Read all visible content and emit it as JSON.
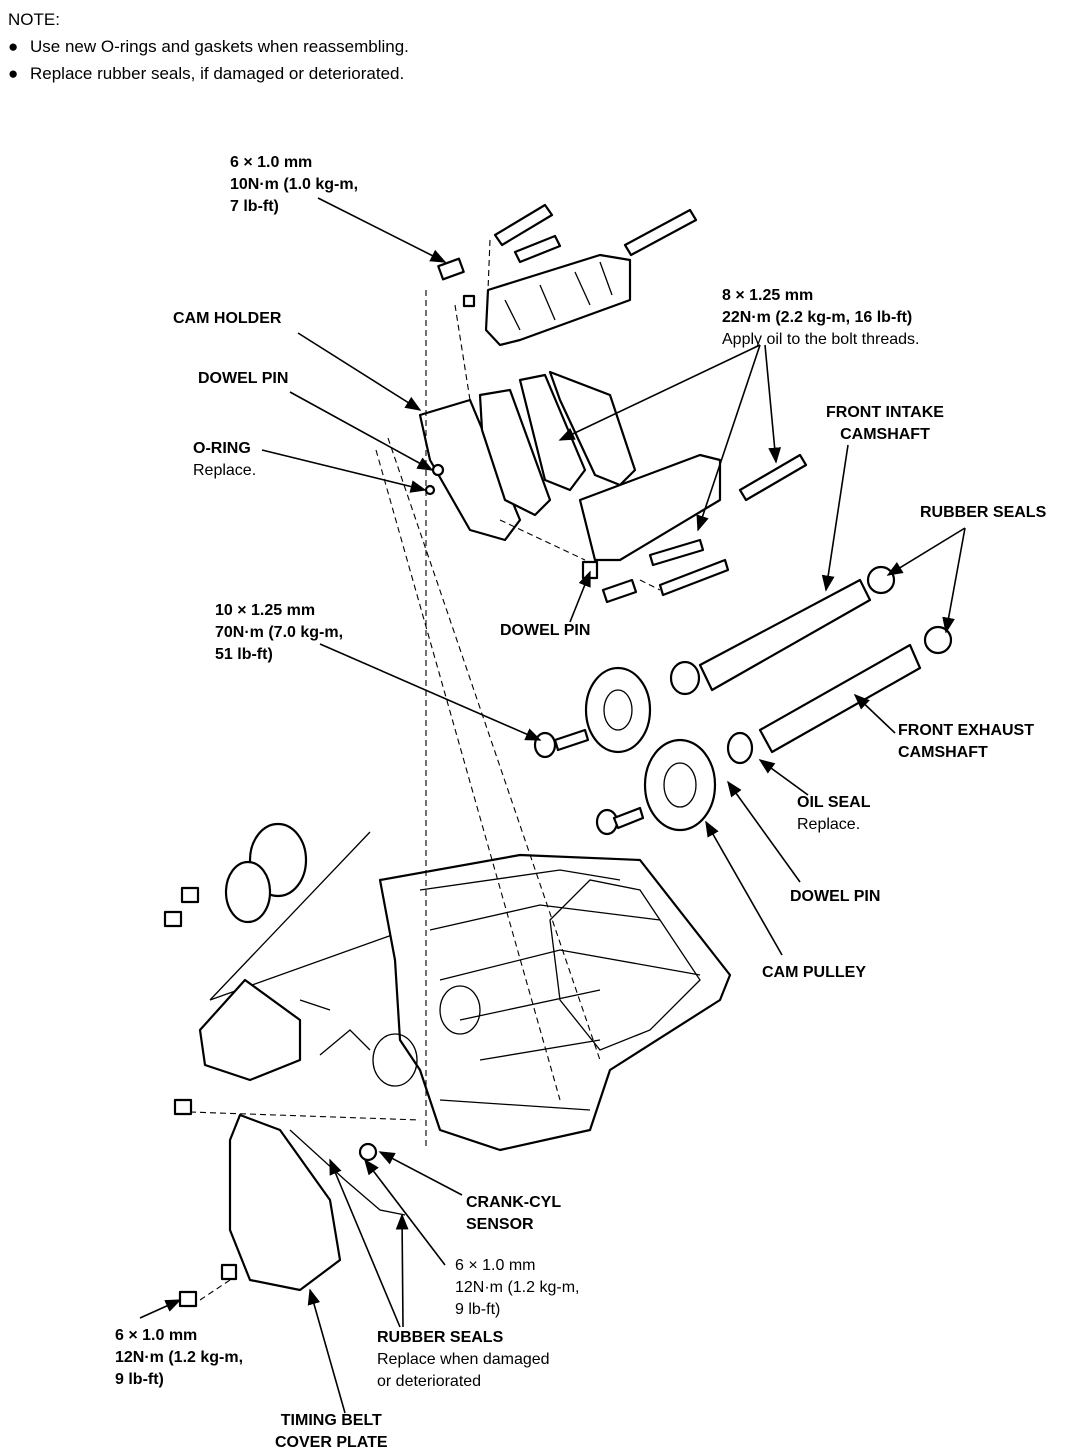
{
  "note": {
    "title": "NOTE:",
    "items": [
      "Use new O-rings and gaskets when reassembling.",
      "Replace rubber seals, if damaged or deteriorated."
    ]
  },
  "labels": {
    "bolt_top": {
      "size": "6 × 1.0 mm",
      "torque1": "10N·m (1.0 kg-m,",
      "torque2": "7 lb-ft)"
    },
    "bolt_holder": {
      "size": "8 × 1.25 mm",
      "torque": "22N·m (2.2 kg-m, 16 lb-ft)",
      "note": "Apply oil to the bolt threads."
    },
    "cam_holder": "CAM HOLDER",
    "dowel_pin_1": "DOWEL PIN",
    "o_ring": "O-RING",
    "o_ring_note": "Replace.",
    "front_intake_1": "FRONT INTAKE",
    "front_intake_2": "CAMSHAFT",
    "rubber_seals_top": "RUBBER SEALS",
    "bolt_pulley": {
      "size": "10 × 1.25 mm",
      "torque1": "70N·m (7.0 kg-m,",
      "torque2": "51 lb-ft)"
    },
    "dowel_pin_2": "DOWEL PIN",
    "front_exhaust_1": "FRONT EXHAUST",
    "front_exhaust_2": "CAMSHAFT",
    "oil_seal": "OIL SEAL",
    "oil_seal_note": "Replace.",
    "dowel_pin_3": "DOWEL PIN",
    "cam_pulley": "CAM PULLEY",
    "crank_cyl_1": "CRANK-CYL",
    "crank_cyl_2": "SENSOR",
    "bolt_sensor": {
      "size": "6 × 1.0 mm",
      "torque1": "12N·m (1.2 kg-m,",
      "torque2": "9 lb-ft)"
    },
    "bolt_cover": {
      "size": "6 × 1.0 mm",
      "torque1": "12N·m (1.2 kg-m,",
      "torque2": "9 lb-ft)"
    },
    "rubber_seals_bottom": "RUBBER SEALS",
    "rubber_seals_note1": "Replace when damaged",
    "rubber_seals_note2": "or deteriorated",
    "timing_cover_1": "TIMING BELT",
    "timing_cover_2": "COVER PLATE"
  }
}
